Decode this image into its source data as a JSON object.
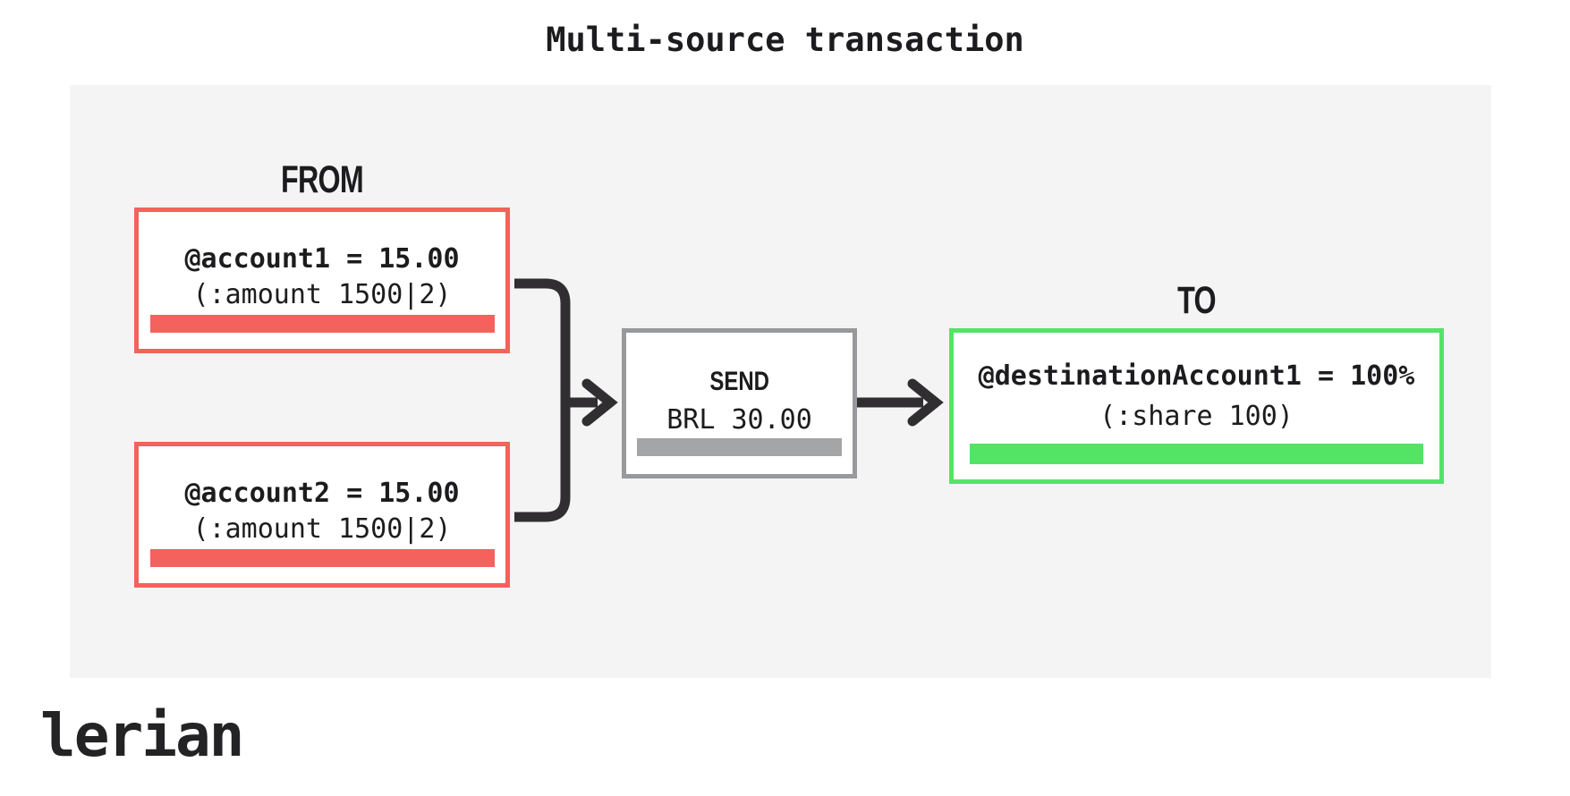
{
  "title": "Multi-source transaction",
  "labels": {
    "from": "FROM",
    "to": "TO"
  },
  "sources": [
    {
      "account": "@account1 = 15.00",
      "detail": "(:amount 1500|2)"
    },
    {
      "account": "@account2 = 15.00",
      "detail": "(:amount 1500|2)"
    }
  ],
  "send": {
    "label": "SEND",
    "amount": "BRL 30.00"
  },
  "destination": {
    "account": "@destinationAccount1 = 100%",
    "detail": "(:share 100)"
  },
  "brand": {
    "wordmark": "lerian"
  },
  "colors": {
    "source-accent": "#f5615c",
    "send-accent": "#98999b",
    "send-bar": "#a4a5a6",
    "destination-accent": "#53e466",
    "connector": "#302e31",
    "panel-bg": "#f4f4f5",
    "ink": "#1c1c1e"
  }
}
